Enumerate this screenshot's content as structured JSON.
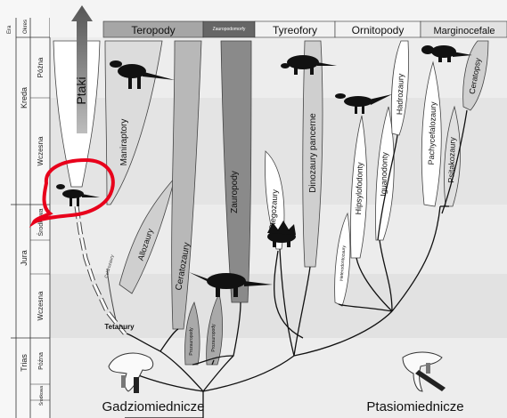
{
  "timeline": {
    "era_header": "Era",
    "period_header": "Okres",
    "periods": [
      "Kreda",
      "Jura",
      "Trias"
    ],
    "epochs": [
      "Późna",
      "Wczesna",
      "Środkowa",
      "Wczesna",
      "Późna",
      "Środkowa"
    ]
  },
  "header_groups": {
    "teropody": "Teropody",
    "zauropodomorfy": "Zauropodomorfy",
    "tyreofory": "Tyreofory",
    "ornitopody": "Ornitopody",
    "marginocefale": "Marginocefale"
  },
  "clades": {
    "ptaki": "Ptaki",
    "maniraptory": "Maniraptory",
    "allozaury": "Allozaury",
    "ceratozaury": "Ceratozaury",
    "zauropody": "Zauropody",
    "prozauropody_1": "Prozauropody",
    "prozauropody_2": "Prozauropody",
    "stegozaury": "Stegozaury",
    "dinozaury_pancerne": "Dinozaury pancerne",
    "heterodontozaury": "Heterodontozaury",
    "hipsylofodonty": "Hipsylofodonty",
    "iguanodonty": "Iguanodonty",
    "hadrozaury": "Hadrozaury",
    "pachycefalozaury": "Pachycefalozaury",
    "psitakozaury": "Psitakozaury",
    "ceratopsy": "Ceratopsy",
    "coelurozaury": "Celurozaury",
    "tetanury": "Tetanury"
  },
  "footer": {
    "left": "Gadziomiednicze",
    "right": "Ptasiomiednicze"
  },
  "colors": {
    "highlight": "#e8001b",
    "arrow": "#555555"
  },
  "icons": [
    "up-arrow-icon",
    "saurischian-pelvis-icon",
    "ornithischian-pelvis-icon",
    "dinosaur-silhouette-icon"
  ]
}
